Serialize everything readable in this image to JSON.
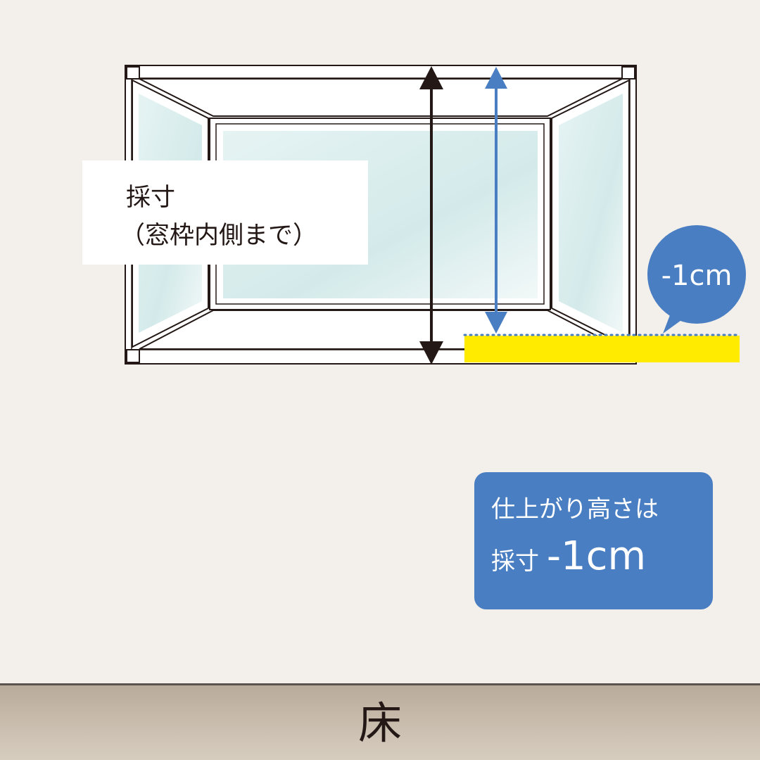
{
  "measure_label": {
    "line1": "採寸",
    "line2": "（窓枠内側まで）"
  },
  "callout": {
    "text": "-1cm"
  },
  "result": {
    "line1": "仕上がり高さは",
    "line2_prefix": "採寸",
    "line2_value": "-1cm"
  },
  "floor": {
    "label": "床"
  },
  "colors": {
    "background": "#f3f0eb",
    "accent_blue": "#4a7ec2",
    "highlight_yellow": "#ffeb00",
    "frame": "#231815",
    "glass": "#d9ecec",
    "floor": "#c8bcad"
  },
  "icons": {
    "measure_arrow": "double-headed-arrow-icon",
    "finished_arrow": "double-headed-arrow-icon"
  }
}
